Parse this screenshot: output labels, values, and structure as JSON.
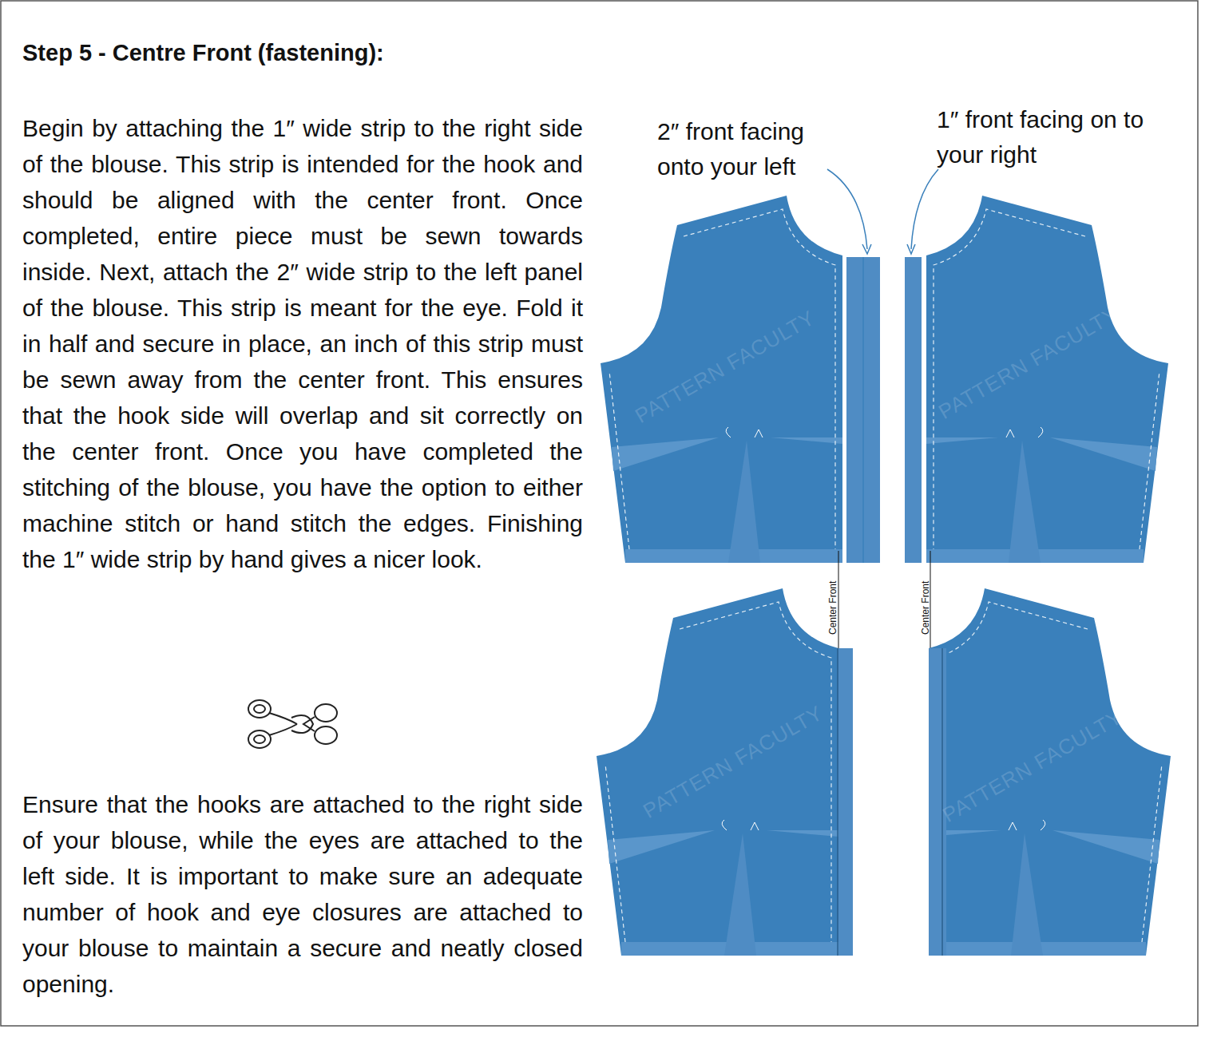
{
  "diagram": {
    "title": "Step 5 - Centre Front (fastening):",
    "labels": [
      "Begin by attaching the 1″ wide strip to the right side of the blouse. This strip is intended for the hook and should be aligned with the center front. Once completed, entire piece must be sewn towards inside. Next, attach the 2″ wide strip to the left panel of the blouse. This strip is meant for the eye. Fold it in half and secure in place, an inch of this strip must be sewn away from the center front. This ensures that the hook side will overlap and sit correctly on the center front. Once you have completed the stitching of the blouse, you have the option to either machine stitch or hand stitch the edges. Finishing the 1″ wide strip by hand gives a nicer look.",
      "Ensure that the hooks are attached to the right side of your blouse, while the eyes are attached to the left side. It is important to make sure an adequate number of hook and eye closures are attached to your blouse to maintain a secure and neatly closed opening.",
      "2″ front facing onto your left",
      "1″ front facing on to your right",
      "Center Front",
      "Center Front",
      "PATTERN FACULTY",
      "PATTERN FACULTY",
      "PATTERN FACULTY",
      "PATTERN FACULTY"
    ]
  }
}
